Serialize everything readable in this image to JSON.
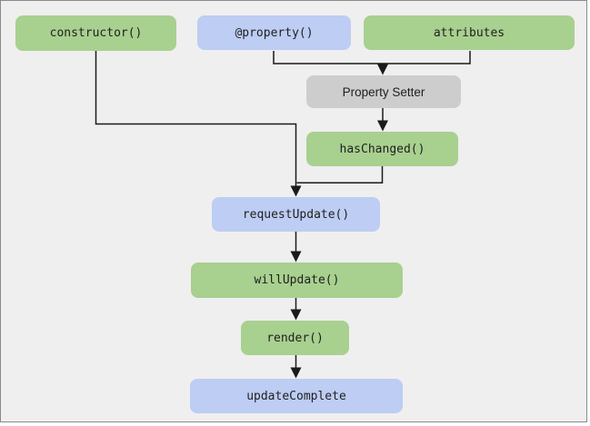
{
  "figure": {
    "description": "Reactive update lifecycle flow diagram",
    "background": "#efefef",
    "border_color": "#8a8a8a",
    "outer_background": "#ffffff",
    "line_color": "#1a1a1a",
    "text_color": "#1f1f1f"
  },
  "colors": {
    "green": "#a8d08f",
    "blue": "#bdcdf3",
    "gray": "#cdcdcd"
  },
  "nodes": {
    "constructor": {
      "label": "constructor()",
      "fill": "#a8d08f"
    },
    "property": {
      "label": "@property()",
      "fill": "#bdcdf3"
    },
    "attributes": {
      "label": "attributes",
      "fill": "#a8d08f"
    },
    "property_setter": {
      "label": "Property Setter",
      "fill": "#cdcdcd"
    },
    "has_changed": {
      "label": "hasChanged()",
      "fill": "#a8d08f"
    },
    "request_update": {
      "label": "requestUpdate()",
      "fill": "#bdcdf3"
    },
    "will_update": {
      "label": "willUpdate()",
      "fill": "#a8d08f"
    },
    "render": {
      "label": "render()",
      "fill": "#a8d08f"
    },
    "update_complete": {
      "label": "updateComplete",
      "fill": "#bdcdf3"
    }
  },
  "edges": [
    {
      "from": "property",
      "to": "property_setter"
    },
    {
      "from": "attributes",
      "to": "property_setter"
    },
    {
      "from": "property_setter",
      "to": "has_changed"
    },
    {
      "from": "constructor",
      "to": "request_update"
    },
    {
      "from": "has_changed",
      "to": "request_update"
    },
    {
      "from": "request_update",
      "to": "will_update"
    },
    {
      "from": "will_update",
      "to": "render"
    },
    {
      "from": "render",
      "to": "update_complete"
    }
  ]
}
